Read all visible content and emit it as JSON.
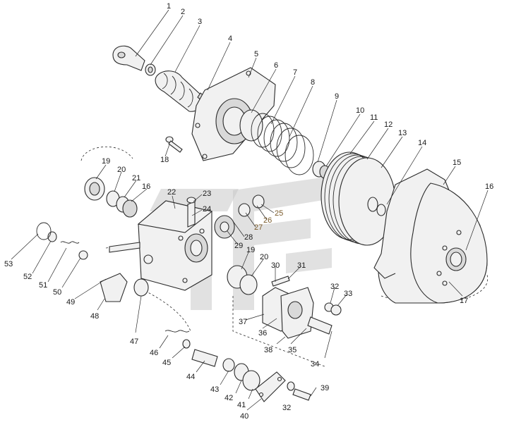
{
  "callouts": [
    {
      "id": "c1",
      "label": "1"
    },
    {
      "id": "c2",
      "label": "2"
    },
    {
      "id": "c3",
      "label": "3"
    },
    {
      "id": "c4",
      "label": "4"
    },
    {
      "id": "c5",
      "label": "5"
    },
    {
      "id": "c6",
      "label": "6"
    },
    {
      "id": "c7",
      "label": "7"
    },
    {
      "id": "c8",
      "label": "8"
    },
    {
      "id": "c9",
      "label": "9"
    },
    {
      "id": "c10",
      "label": "10"
    },
    {
      "id": "c11",
      "label": "11"
    },
    {
      "id": "c12",
      "label": "12"
    },
    {
      "id": "c13",
      "label": "13"
    },
    {
      "id": "c14",
      "label": "14"
    },
    {
      "id": "c15",
      "label": "15"
    },
    {
      "id": "c16a",
      "label": "16"
    },
    {
      "id": "c16b",
      "label": "16"
    },
    {
      "id": "c17",
      "label": "17"
    },
    {
      "id": "c18",
      "label": "18"
    },
    {
      "id": "c19a",
      "label": "19"
    },
    {
      "id": "c19b",
      "label": "19"
    },
    {
      "id": "c20a",
      "label": "20"
    },
    {
      "id": "c20b",
      "label": "20"
    },
    {
      "id": "c21",
      "label": "21"
    },
    {
      "id": "c22",
      "label": "22"
    },
    {
      "id": "c23",
      "label": "23"
    },
    {
      "id": "c24",
      "label": "24"
    },
    {
      "id": "c25",
      "label": "25"
    },
    {
      "id": "c26",
      "label": "26"
    },
    {
      "id": "c27",
      "label": "27"
    },
    {
      "id": "c28",
      "label": "28"
    },
    {
      "id": "c29",
      "label": "29"
    },
    {
      "id": "c30",
      "label": "30"
    },
    {
      "id": "c31",
      "label": "31"
    },
    {
      "id": "c32a",
      "label": "32"
    },
    {
      "id": "c32b",
      "label": "32"
    },
    {
      "id": "c33",
      "label": "33"
    },
    {
      "id": "c34",
      "label": "34"
    },
    {
      "id": "c35",
      "label": "35"
    },
    {
      "id": "c36",
      "label": "36"
    },
    {
      "id": "c37",
      "label": "37"
    },
    {
      "id": "c38",
      "label": "38"
    },
    {
      "id": "c39",
      "label": "39"
    },
    {
      "id": "c40",
      "label": "40"
    },
    {
      "id": "c41",
      "label": "41"
    },
    {
      "id": "c42",
      "label": "42"
    },
    {
      "id": "c43",
      "label": "43"
    },
    {
      "id": "c44",
      "label": "44"
    },
    {
      "id": "c45",
      "label": "45"
    },
    {
      "id": "c46",
      "label": "46"
    },
    {
      "id": "c47",
      "label": "47"
    },
    {
      "id": "c48",
      "label": "48"
    },
    {
      "id": "c49",
      "label": "49"
    },
    {
      "id": "c50",
      "label": "50"
    },
    {
      "id": "c51",
      "label": "51"
    },
    {
      "id": "c52",
      "label": "52"
    },
    {
      "id": "c53",
      "label": "53"
    }
  ],
  "colors": {
    "ink": "#2a2a2a",
    "callout_brown": "#7a5a2a",
    "watermark": "#c9c9c9"
  }
}
